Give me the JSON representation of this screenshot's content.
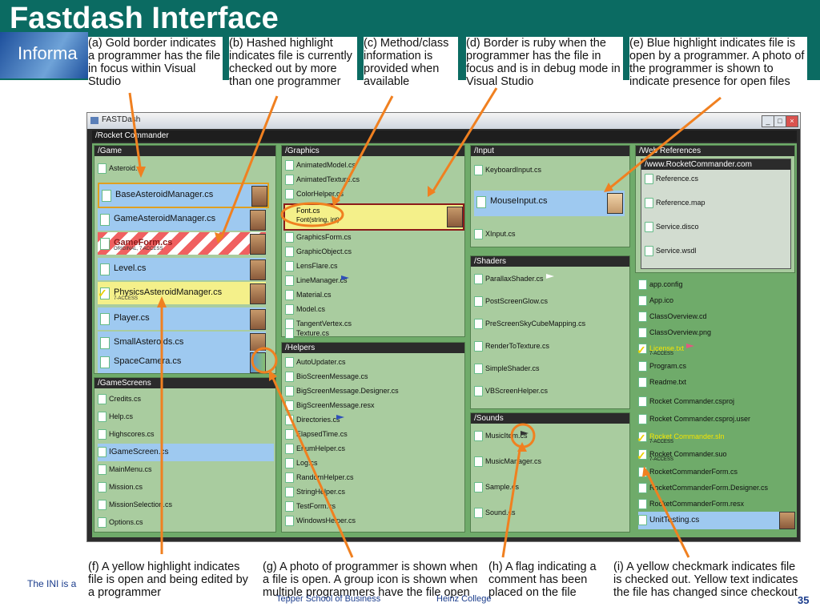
{
  "slide": {
    "title": "Fastdash Interface",
    "subtitle": "Informa",
    "footer_left": "The INI is a",
    "footer_mid": "Tepper School of Business",
    "footer_mid2": "Heinz College",
    "page_number": "35"
  },
  "callouts_top": [
    {
      "text": "(a) Gold border indicates a programmer has the file in focus within Visual Studio"
    },
    {
      "text": "(b) Hashed highlight indicates file is currently checked out by more than one programmer"
    },
    {
      "text": "(c) Method/class information is provided when available"
    },
    {
      "text": "(d) Border is ruby when the programmer has the file in focus and is in debug mode in Visual Studio"
    },
    {
      "text": "(e) Blue highlight indicates file is open by a programmer. A photo of the programmer is shown to indicate presence for open files"
    }
  ],
  "callouts_bottom": [
    {
      "text": "(f) A yellow highlight indicates file is open and being edited by a programmer"
    },
    {
      "text": "(g) A photo of programmer is shown when a file is open. A group icon is shown when multiple programmers have the file open"
    },
    {
      "text": "(h) A flag indicating a comment has been placed on the file"
    },
    {
      "text": "(i) A yellow checkmark indicates file is checked out. Yellow text indicates the file has changed since checkout"
    }
  ],
  "window": {
    "title": "FASTDash",
    "root_path": "/Rocket Commander",
    "btn_min": "_",
    "btn_max": "□",
    "btn_close": "×"
  },
  "panels": {
    "game": {
      "header": "/Game",
      "items": [
        "Asteroid.cs",
        "BaseAsteroidManager.cs",
        "GameAsteroidManager.cs",
        "GameForm.cs",
        "Level.cs",
        "PhysicsAsteroidManager.cs",
        "Player.cs",
        "SmallAsteroids.cs",
        "SpaceCamera.cs"
      ],
      "gameform_sub": "ORIGINAL, 7 ACCESS",
      "physics_sub": "7-ACCESS"
    },
    "gamescreens": {
      "header": "/GameScreens",
      "items": [
        "Credits.cs",
        "Help.cs",
        "Highscores.cs",
        "IGameScreen.cs",
        "MainMenu.cs",
        "Mission.cs",
        "MissionSelection.cs",
        "Options.cs"
      ]
    },
    "graphics": {
      "header": "/Graphics",
      "items": [
        "AnimatedModel.cs",
        "AnimatedTexture.cs",
        "ColorHelper.cs",
        "Font.cs",
        "Font(string, int)",
        "GraphicsForm.cs",
        "GraphicObject.cs",
        "LensFlare.cs",
        "LineManager.cs",
        "Material.cs",
        "Model.cs",
        "TangentVertex.cs",
        "Texture.cs"
      ]
    },
    "helpers": {
      "header": "/Helpers",
      "items": [
        "AutoUpdater.cs",
        "BioScreenMessage.cs",
        "BigScreenMessage.Designer.cs",
        "BigScreenMessage.resx",
        "Directories.cs",
        "ElapsedTime.cs",
        "EnumHelper.cs",
        "Log.cs",
        "RandomHelper.cs",
        "StringHelper.cs",
        "TestForm.cs",
        "WindowsHelper.cs"
      ]
    },
    "input": {
      "header": "/Input",
      "items": [
        "KeyboardInput.cs",
        "MouseInput.cs",
        "XInput.cs"
      ]
    },
    "shaders": {
      "header": "/Shaders",
      "items": [
        "ParallaxShader.cs",
        "PostScreenGlow.cs",
        "PreScreenSkyCubeMapping.cs",
        "RenderToTexture.cs",
        "SimpleShader.cs",
        "VBScreenHelper.cs"
      ]
    },
    "sounds": {
      "header": "/Sounds",
      "items": [
        "MusicItem.cs",
        "MusicManager.cs",
        "Sample.cs",
        "Sound.cs"
      ]
    },
    "webrefs": {
      "header": "/Web References",
      "subheader": "/www.RocketCommander.com",
      "items": [
        "Reference.cs",
        "Reference.map",
        "Service.disco",
        "Service.wsdl"
      ]
    },
    "root": {
      "items": [
        "app.config",
        "App.ico",
        "ClassOverview.cd",
        "ClassOverview.png",
        "License.txt",
        "Program.cs",
        "Readme.txt",
        "Rocket Commander.csproj",
        "Rocket Commander.csproj.user",
        "Rocket Commander.sln",
        "Rocket Commander.suo",
        "RocketCommanderForm.cs",
        "RocketCommanderForm.Designer.cs",
        "RocketCommanderForm.resx",
        "UnitTesting.cs"
      ],
      "license_sub": "7-ACCESS",
      "sln_sub": "7-ACCESS",
      "suo_sub": "7-ACCESS"
    }
  },
  "colors": {
    "banner": "#0b6b62",
    "workspace": "#6fab6a",
    "panel": "#a9cc9f",
    "blue_highlight": "#9ec9f0",
    "yellow_highlight": "#f4f08a",
    "gold_border": "#e0a020",
    "ruby_border": "#8b1a1a",
    "hash_red": "#f06060",
    "arrow_orange": "#f08020"
  }
}
